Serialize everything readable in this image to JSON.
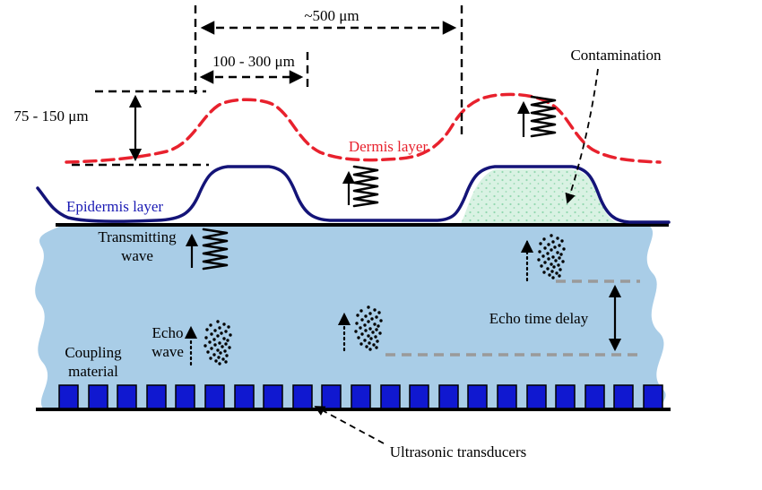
{
  "labels": {
    "dim_500um": "~500 μm",
    "dim_100_300um": "100 - 300 μm",
    "dim_75_150um": "75 - 150 μm",
    "contamination": "Contamination",
    "dermis_layer": "Dermis layer",
    "epidermis_layer": "Epidermis layer",
    "transmitting_line1": "Transmitting",
    "transmitting_line2": "wave",
    "echo_line1": "Echo",
    "echo_line2": "wave",
    "coupling_line1": "Coupling",
    "coupling_line2": "material",
    "echo_time_delay": "Echo time delay",
    "ultrasonic_transducers": "Ultrasonic transducers"
  },
  "colors": {
    "dermis_red": "#e8212d",
    "epidermis_blue": "#141478",
    "epidermis_label_blue": "#1b1bb4",
    "coupling_blue": "#a9cde7",
    "transducer_blue": "#1018d0",
    "contamination_green": "#d9f2e3",
    "contamination_speckle": "#93d8b0",
    "echo_dash_gray": "#9a9a9a"
  }
}
